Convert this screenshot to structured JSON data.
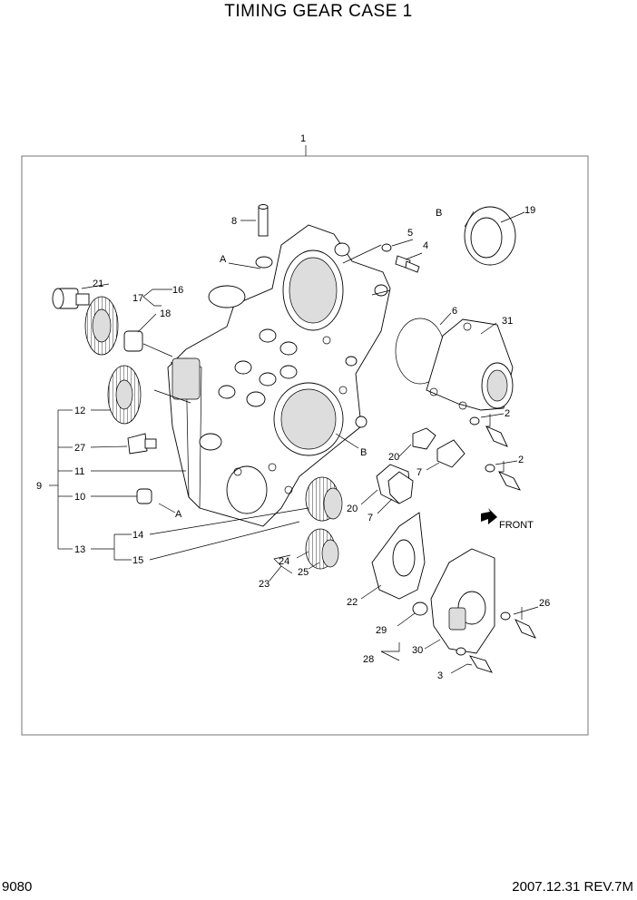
{
  "title": "TIMING GEAR CASE 1",
  "page_number": "9080",
  "revision": "2007.12.31  REV.7M",
  "front_label": "FRONT",
  "markers": {
    "a": "A",
    "b": "B"
  },
  "callouts": {
    "c1": "1",
    "c2a": "2",
    "c2b": "2",
    "c3": "3",
    "c4": "4",
    "c5": "5",
    "c6": "6",
    "c7a": "7",
    "c7b": "7",
    "c8": "8",
    "c9": "9",
    "c10": "10",
    "c11": "11",
    "c12": "12",
    "c13": "13",
    "c14": "14",
    "c15": "15",
    "c16": "16",
    "c17": "17",
    "c18": "18",
    "c19": "19",
    "c20a": "20",
    "c20b": "20",
    "c21": "21",
    "c22": "22",
    "c23": "23",
    "c24": "24",
    "c25": "25",
    "c26": "26",
    "c27": "27",
    "c28": "28",
    "c29": "29",
    "c30": "30",
    "c31": "31"
  }
}
